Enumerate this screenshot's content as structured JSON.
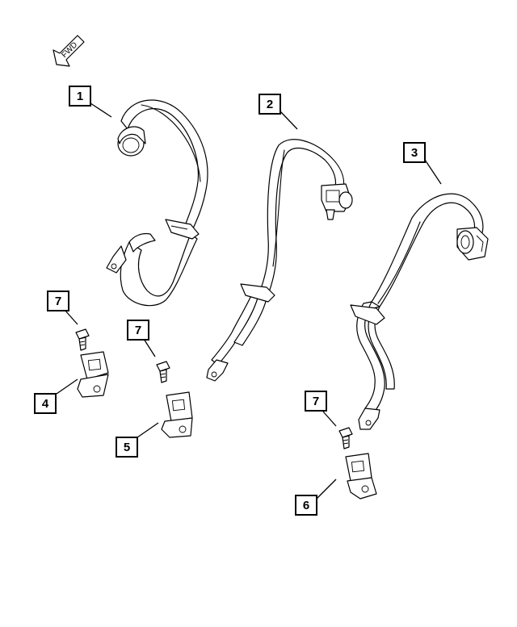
{
  "fwd_indicator": {
    "label": "FWD"
  },
  "callouts": [
    {
      "id": "1",
      "label": "1"
    },
    {
      "id": "2",
      "label": "2"
    },
    {
      "id": "3",
      "label": "3"
    },
    {
      "id": "4",
      "label": "4"
    },
    {
      "id": "5",
      "label": "5"
    },
    {
      "id": "6",
      "label": "6"
    },
    {
      "id": "7a",
      "label": "7"
    },
    {
      "id": "7b",
      "label": "7"
    },
    {
      "id": "7c",
      "label": "7"
    }
  ]
}
